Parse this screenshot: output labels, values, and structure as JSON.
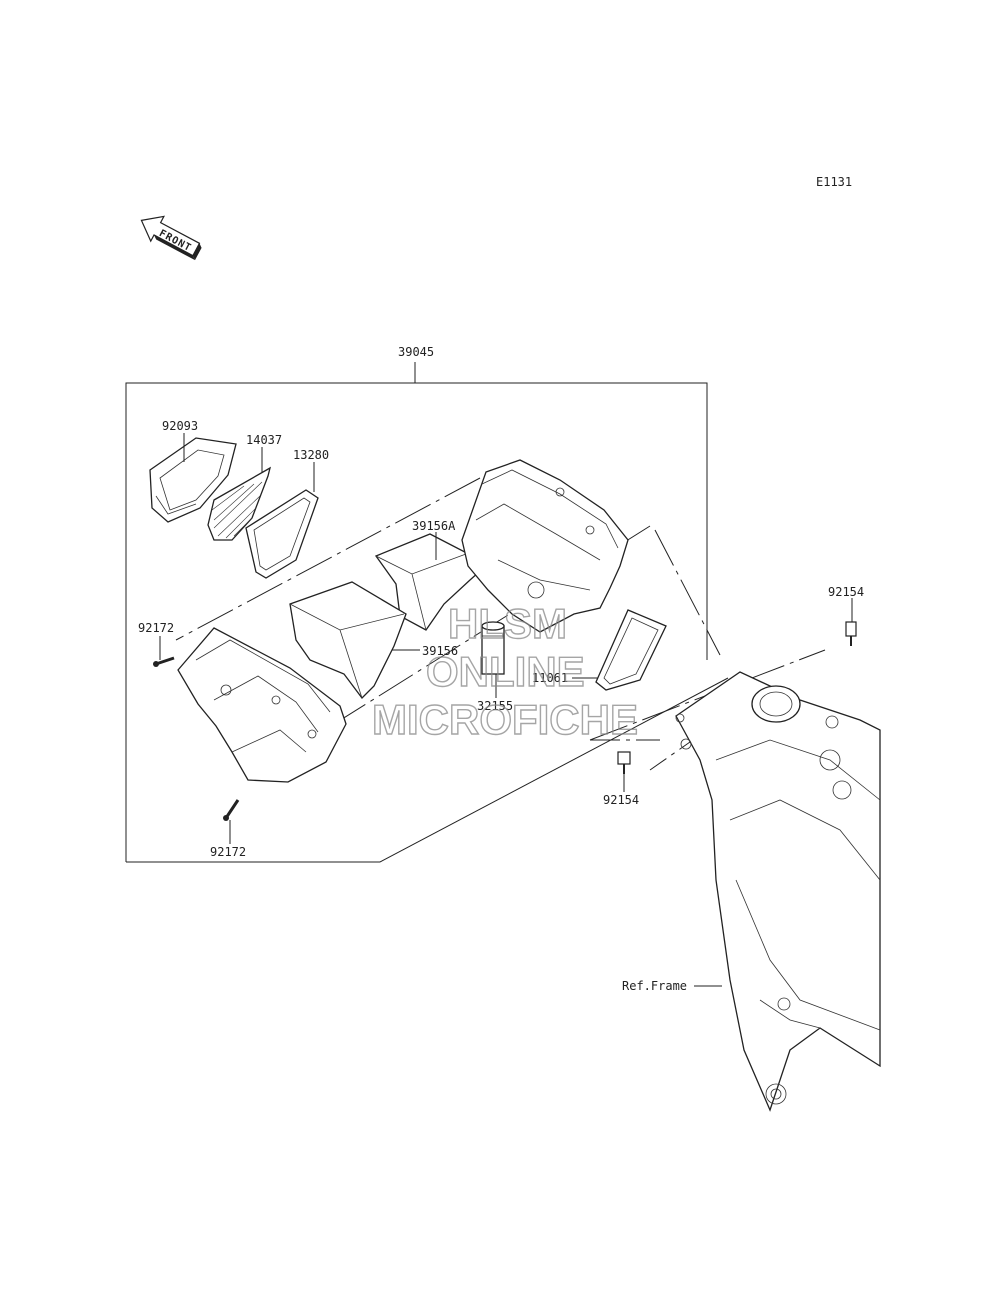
{
  "diagram": {
    "code": "E1131",
    "front_arrow_text": "FRONT",
    "callouts": {
      "assembly": "39045",
      "p92093": "92093",
      "p14037": "14037",
      "p13280": "13280",
      "p39156A": "39156A",
      "p39156": "39156",
      "p32155": "32155",
      "p11061": "11061",
      "p92172_top": "92172",
      "p92172_bottom": "92172",
      "p92154_top": "92154",
      "p92154_bottom": "92154",
      "ref_frame": "Ref.Frame"
    },
    "watermark": {
      "line1": "HLSM",
      "line2": "ONLINE",
      "line3": "MICROFICHE"
    }
  }
}
